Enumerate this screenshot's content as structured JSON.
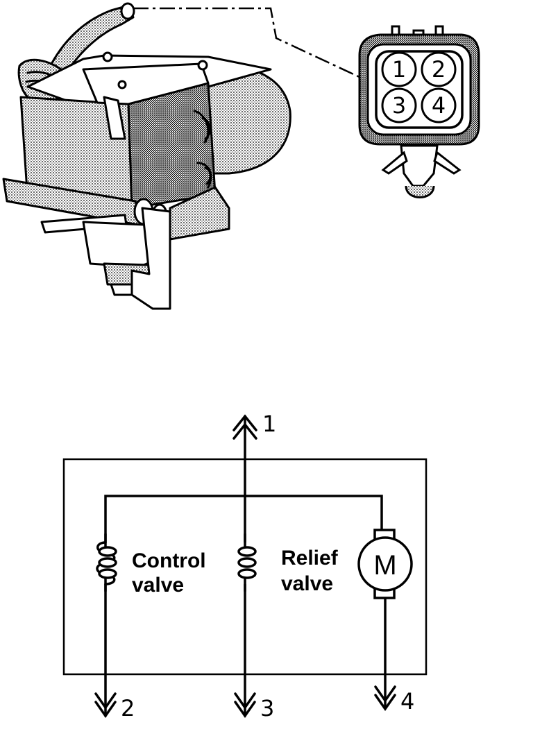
{
  "connector": {
    "pins": [
      "1",
      "2",
      "3",
      "4"
    ]
  },
  "schematic": {
    "terminals": [
      "1",
      "2",
      "3",
      "4"
    ],
    "control_valve": {
      "line1": "Control",
      "line2": "valve"
    },
    "relief_valve": {
      "line1": "Relief",
      "line2": "valve"
    },
    "motor_symbol": "M"
  },
  "colors": {
    "ink": "#000000",
    "paper": "#ffffff",
    "shade": "#8a8a8a"
  }
}
